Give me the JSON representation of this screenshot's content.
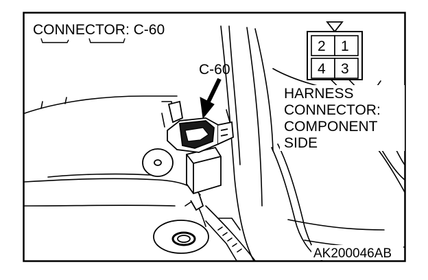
{
  "figure": {
    "connector_title": "CONNECTOR: C-60",
    "pointer_label": "C-60",
    "harness_lines": [
      "HARNESS",
      "CONNECTOR:",
      "COMPONENT",
      "SIDE"
    ],
    "pin_numbers": [
      "2",
      "1",
      "4",
      "3"
    ],
    "figure_code": "AK200046AB"
  },
  "colors": {
    "ink": "#000000",
    "background": "#ffffff",
    "connector_fill": "#1a1a1a"
  }
}
